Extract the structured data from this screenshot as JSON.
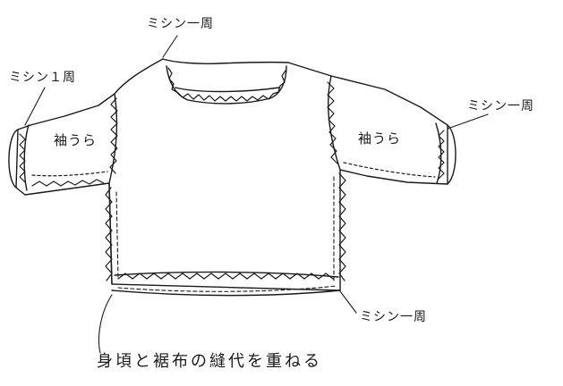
{
  "labels": {
    "neck": "ミシン一周",
    "left_cuff": "ミシン１周",
    "right_cuff": "ミシン一周",
    "hem": "ミシン一周",
    "left_sleeve": "袖うら",
    "right_sleeve": "袖うら",
    "caption": "身頃と裾布の縫代を重ねる"
  },
  "colors": {
    "ink": "#1a1a1a",
    "paper": "#ffffff"
  }
}
